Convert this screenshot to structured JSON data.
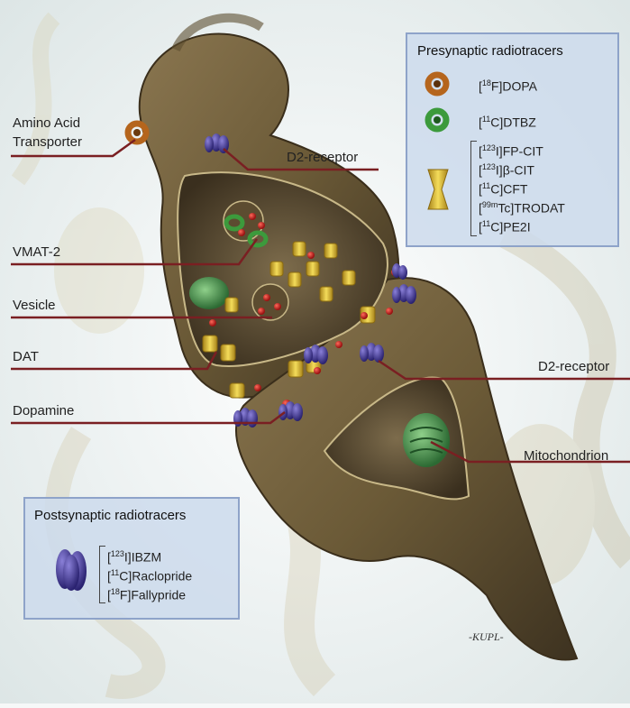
{
  "labels": {
    "amino_acid_transporter_line1": "Amino Acid",
    "amino_acid_transporter_line2": "Transporter",
    "d2_receptor_top": "D2-receptor",
    "vmat2": "VMAT-2",
    "vesicle": "Vesicle",
    "dat": "DAT",
    "dopamine": "Dopamine",
    "d2_receptor_right": "D2-receptor",
    "mitochondrion": "Mitochondrion",
    "signature": "-KUPL-"
  },
  "presynaptic_legend": {
    "title": "Presynaptic radiotracers",
    "dopa": {
      "sup": "18",
      "text": "F]DOPA"
    },
    "dtbz": {
      "sup": "11",
      "text": "C]DTBZ"
    },
    "dat_tracers": [
      {
        "sup": "123",
        "text": "I]FP-CIT"
      },
      {
        "sup": "123",
        "text": "I]β-CIT"
      },
      {
        "sup": "11",
        "text": "C]CFT"
      },
      {
        "sup": "99m",
        "text": "Tc]TRODAT"
      },
      {
        "sup": "11",
        "text": "C]PE2I"
      }
    ]
  },
  "postsynaptic_legend": {
    "title": "Postsynaptic radiotracers",
    "tracers": [
      {
        "sup": "123",
        "text": "I]IBZM"
      },
      {
        "sup": "11",
        "text": "C]Raclopride"
      },
      {
        "sup": "18",
        "text": "F]Fallypride"
      }
    ]
  },
  "colors": {
    "neuron": "#6b5a37",
    "neuron_dark": "#3d3220",
    "leader_line": "#7a1f22",
    "legend_bg": "#cddaec",
    "legend_border": "#8ea3c9",
    "dopa_ring": "#b5651d",
    "dtbz_ring": "#3c9a3c",
    "dat_cylinder": "#e6c63a",
    "receptor": "#4a3f9c",
    "dopamine": "#c8201e",
    "mitochondrion": "#3e8a47"
  }
}
